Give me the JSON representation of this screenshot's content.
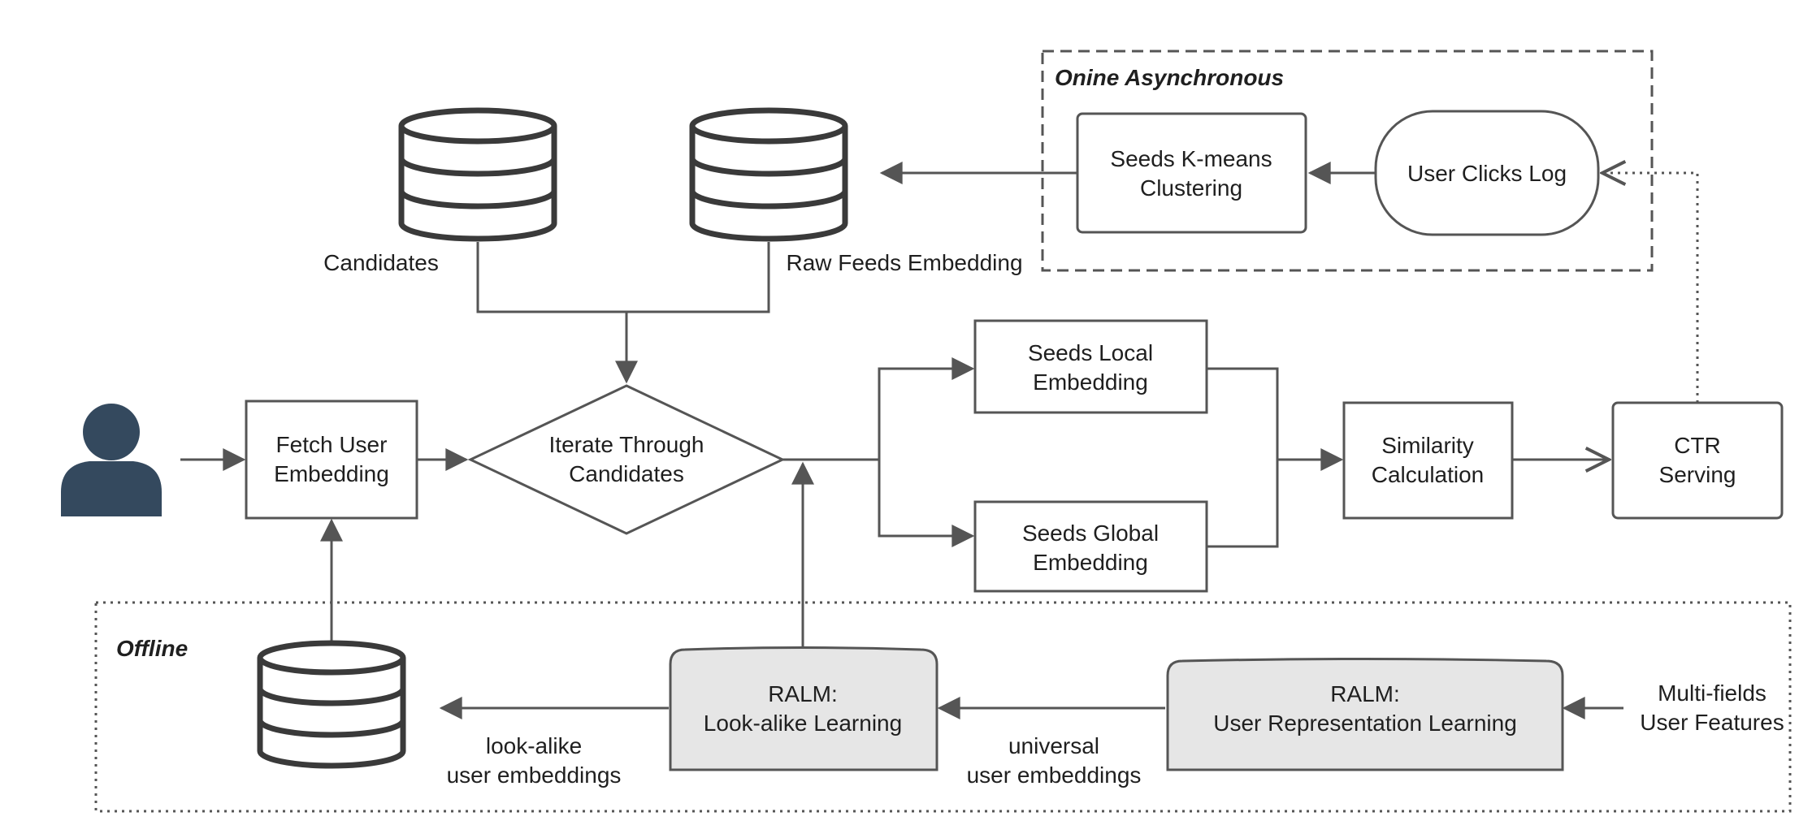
{
  "groups": {
    "online": "Onine Asynchronous",
    "offline": "Offline"
  },
  "nodes": {
    "candidates_db": "Candidates",
    "raw_feeds_db": "Raw Feeds Embedding",
    "seeds_kmeans": [
      "Seeds K-means",
      "Clustering"
    ],
    "user_clicks_log": "User Clicks Log",
    "fetch_user_embedding": [
      "Fetch User",
      "Embedding"
    ],
    "iterate_candidates": [
      "Iterate Through",
      "Candidates"
    ],
    "seeds_local": [
      "Seeds Local",
      "Embedding"
    ],
    "seeds_global": [
      "Seeds Global",
      "Embedding"
    ],
    "similarity": [
      "Similarity",
      "Calculation"
    ],
    "ctr_serving": [
      "CTR",
      "Serving"
    ],
    "ralm_lookalike": [
      "RALM:",
      "Look-alike Learning"
    ],
    "ralm_user_rep": [
      "RALM:",
      "User Representation Learning"
    ],
    "multi_fields": [
      "Multi-fields",
      "User Features"
    ]
  },
  "edge_labels": {
    "lookalike_embeddings": [
      "look-alike",
      "user embeddings"
    ],
    "universal_embeddings": [
      "universal",
      "user embeddings"
    ]
  },
  "icons": {
    "user": "user-icon",
    "database": "database-icon"
  },
  "colors": {
    "user_icon": "#34495e",
    "ralm_fill": "#e6e6e6",
    "stroke": "#555555"
  }
}
